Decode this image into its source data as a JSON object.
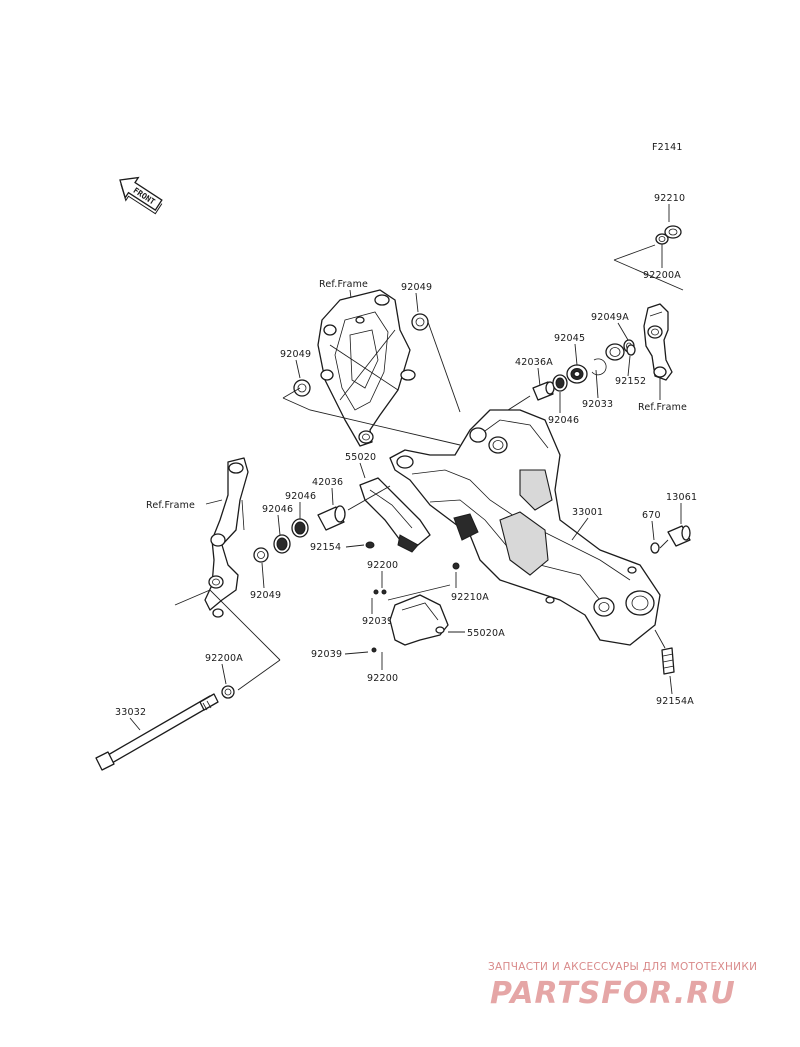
{
  "diagram_code": "F2141",
  "front_arrow_label": "FRONT",
  "labels": {
    "p92210": "92210",
    "p92200A_top": "92200A",
    "p92049A": "92049A",
    "p92045": "92045",
    "p42036A": "42036A",
    "p92152": "92152",
    "p92033": "92033",
    "p92046_right": "92046",
    "ref_frame_right": "Ref.Frame",
    "ref_frame_top": "Ref.Frame",
    "p92049_top": "92049",
    "p92049_left": "92049",
    "p55020": "55020",
    "p42036": "42036",
    "p92046_a": "92046",
    "p92046_b": "92046",
    "ref_frame_left": "Ref.Frame",
    "p92154": "92154",
    "p92049_bottom": "92049",
    "p33001": "33001",
    "p13061": "13061",
    "p670": "670",
    "p92200_upper": "92200",
    "p92210A": "92210A",
    "p92039_upper": "92039",
    "p55020A": "55020A",
    "p92039_lower": "92039",
    "p92200_lower": "92200",
    "p92200A_bottom": "92200A",
    "p33032": "33032",
    "p92154A": "92154A"
  },
  "watermark": {
    "tagline": "ЗАПЧАСТИ И АКСЕССУАРЫ ДЛЯ МОТОТЕХНИКИ",
    "logo": "PARTSFOR.RU"
  }
}
